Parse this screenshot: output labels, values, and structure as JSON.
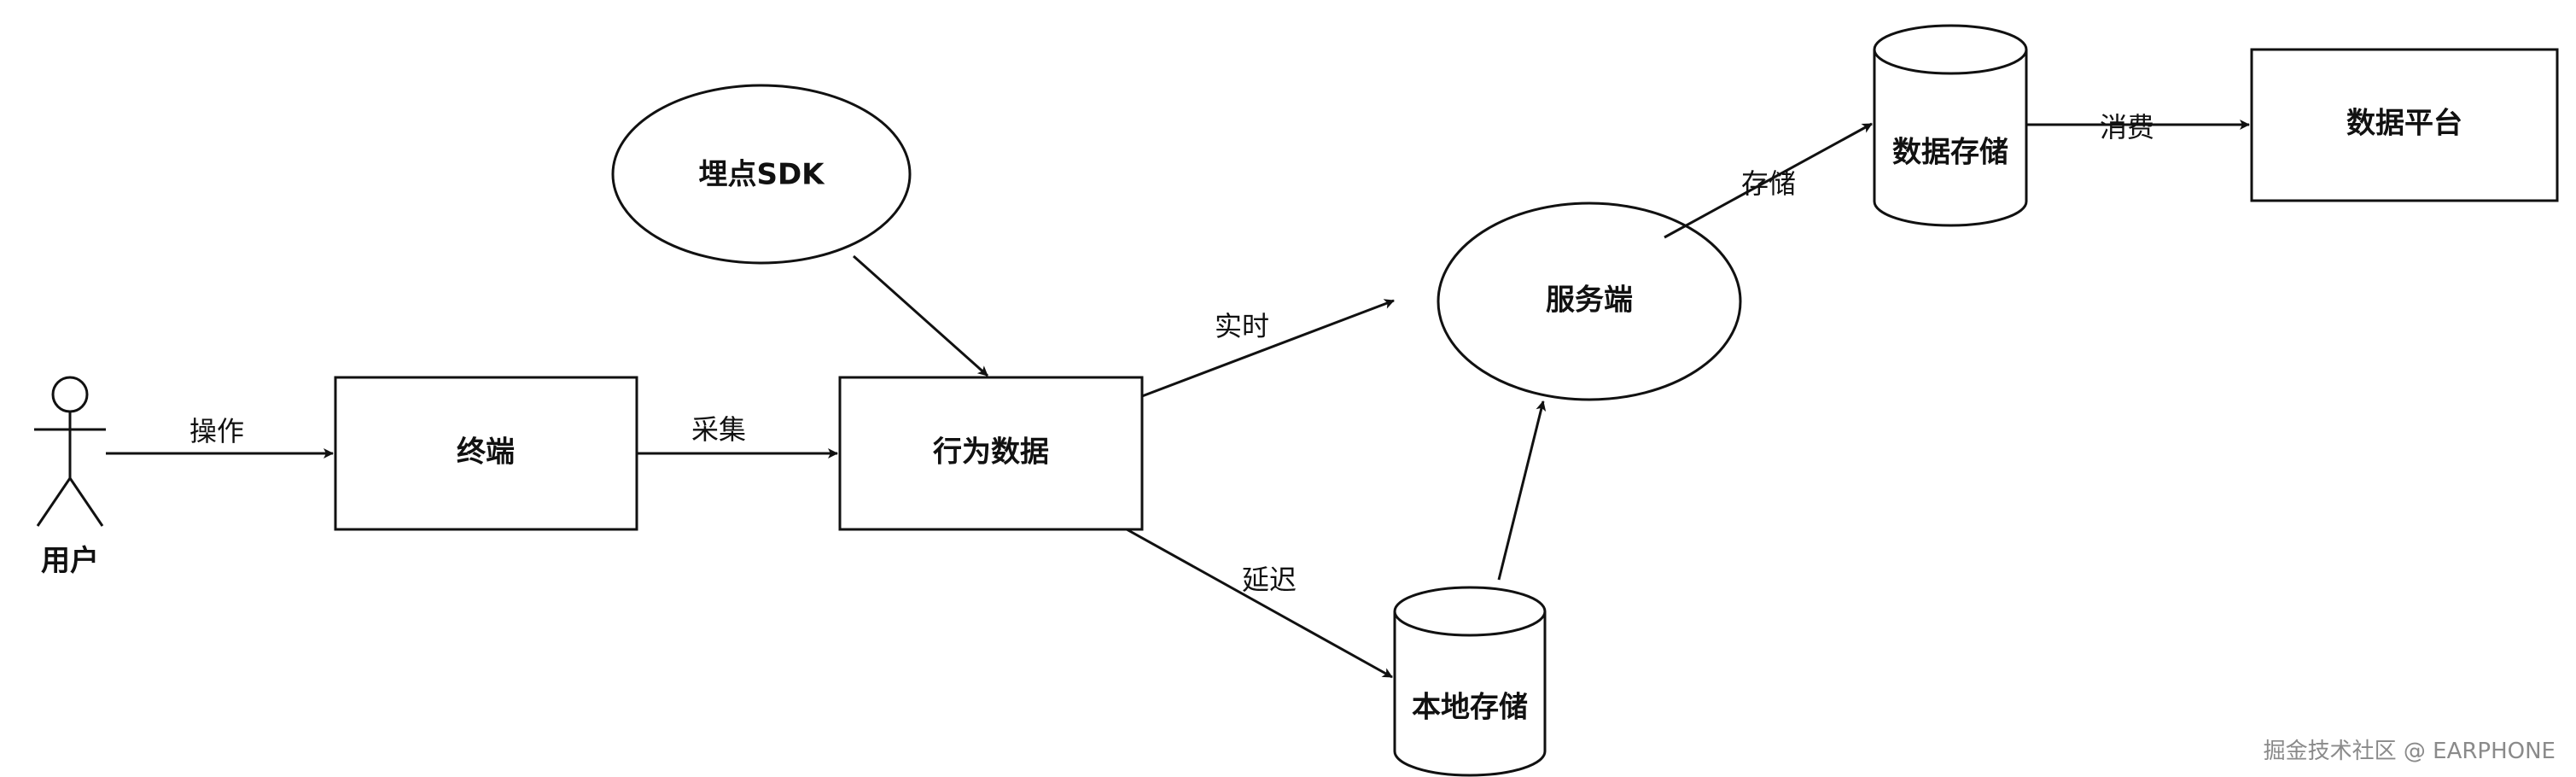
{
  "nodes": {
    "user": {
      "label": "用户"
    },
    "terminal": {
      "label": "终端"
    },
    "behavior_data": {
      "label": "行为数据"
    },
    "tracking_sdk": {
      "label": "埋点SDK"
    },
    "server": {
      "label": "服务端"
    },
    "local_storage": {
      "label": "本地存储"
    },
    "data_storage": {
      "label": "数据存储"
    },
    "data_platform": {
      "label": "数据平台"
    }
  },
  "edges": {
    "operate": {
      "label": "操作"
    },
    "collect": {
      "label": "采集"
    },
    "realtime": {
      "label": "实时"
    },
    "delay": {
      "label": "延迟"
    },
    "store": {
      "label": "存储"
    },
    "consume": {
      "label": "消费"
    }
  },
  "watermark": "掘金技术社区 @ EARPHONE",
  "colors": {
    "stroke": "#111111",
    "background": "#ffffff",
    "watermark": "#8a8a8a"
  }
}
